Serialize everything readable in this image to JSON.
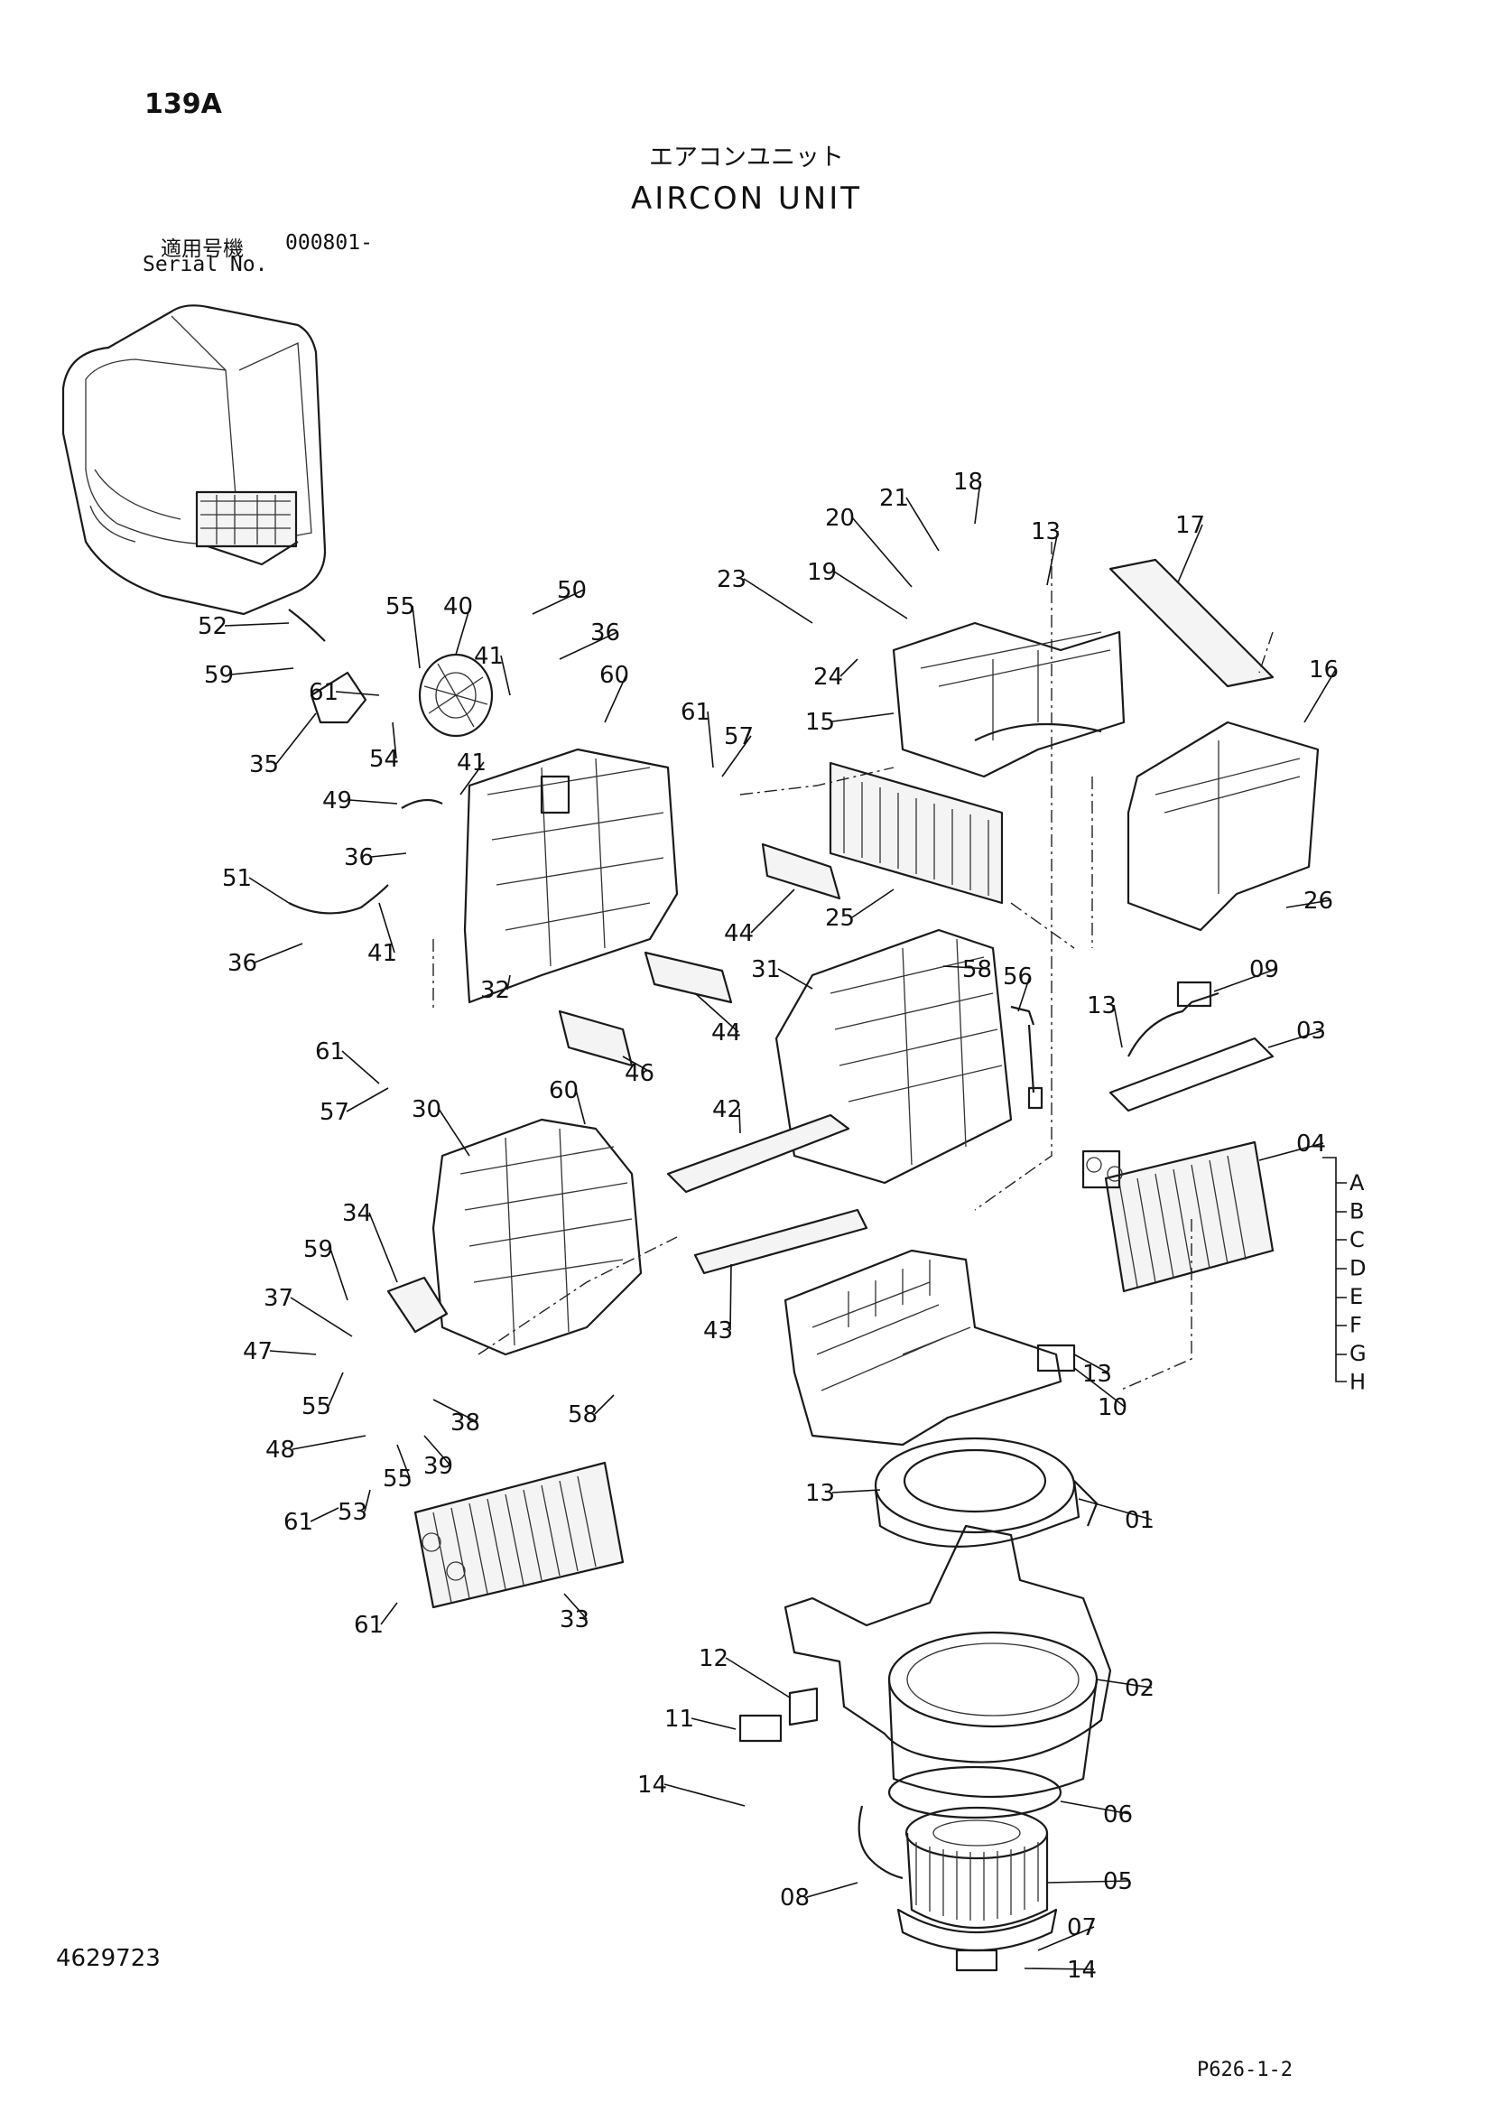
{
  "header": {
    "page_code": "139A",
    "title_jp": "エアコンユニット",
    "title_en": "AIRCON UNIT",
    "serial_label_jp": "適用号機",
    "serial_label_en": "Serial No.",
    "serial_range": "000801-"
  },
  "footer": {
    "drawing_number": "4629723",
    "sheet_ref": "P626-1-2"
  },
  "callouts": [
    "01",
    "02",
    "03",
    "04",
    "05",
    "06",
    "07",
    "08",
    "09",
    "10",
    "11",
    "12",
    "13",
    "14",
    "15",
    "16",
    "17",
    "18",
    "19",
    "20",
    "21",
    "23",
    "24",
    "25",
    "26",
    "30",
    "31",
    "32",
    "33",
    "34",
    "35",
    "36",
    "37",
    "38",
    "39",
    "40",
    "41",
    "42",
    "43",
    "44",
    "46",
    "47",
    "48",
    "49",
    "50",
    "51",
    "52",
    "53",
    "54",
    "55",
    "56",
    "57",
    "58",
    "59",
    "60",
    "61"
  ],
  "variant_letters": [
    "A",
    "B",
    "C",
    "D",
    "E",
    "F",
    "G",
    "H"
  ]
}
